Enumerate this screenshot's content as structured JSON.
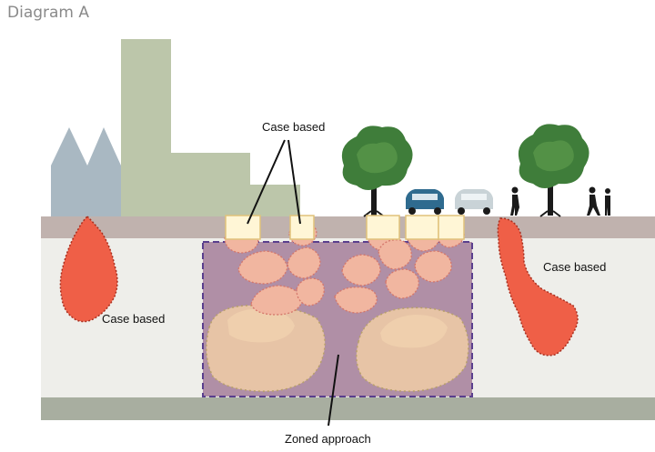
{
  "title": "Diagram A",
  "labels": {
    "case_based_top": "Case based",
    "case_based_left": "Case based",
    "case_based_right": "Case based",
    "zoned_approach": "Zoned approach"
  },
  "colors": {
    "ground_surface": "#c0b2ae",
    "subsoil": "#eeeeea",
    "bedrock": "#a8aea0",
    "building_blue": "#a9b8c2",
    "building_green": "#bcc6aa",
    "contamination_red": "#ef5f47",
    "zone_fill": "#b08fa6",
    "zone_border": "#5a3f8e",
    "plume_fill": "#f1b6a0",
    "sample_box": "#fff6d6",
    "car_blue": "#2f6b8f",
    "car_grey": "#c9d3d7",
    "tree_foliage": "#3f7d3a"
  }
}
